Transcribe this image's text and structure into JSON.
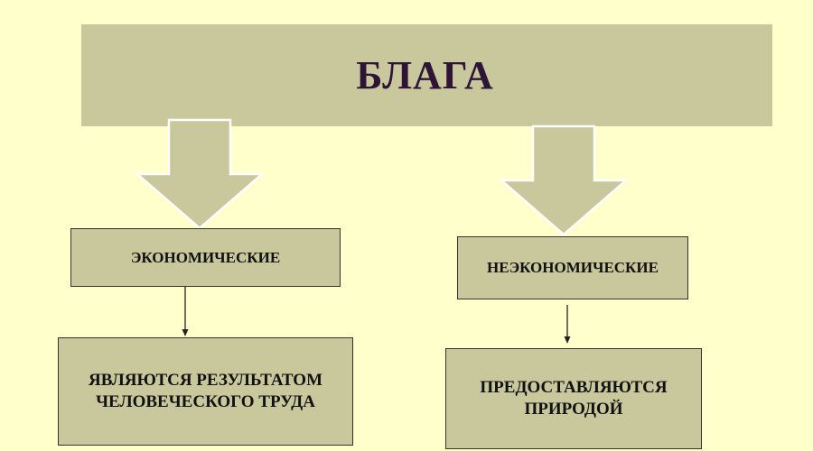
{
  "title": "БЛАГА",
  "branches": [
    {
      "category": "ЭКОНОМИЧЕСКИЕ",
      "description": "ЯВЛЯЮТСЯ РЕЗУЛЬТАТОМ ЧЕЛОВЕЧЕСКОГО ТРУДА"
    },
    {
      "category": "НЕЭКОНОМИЧЕСКИЕ",
      "description": "ПРЕДОСТАВЛЯЮТСЯ ПРИРОДОЙ"
    }
  ],
  "colors": {
    "background": "#ffffcc",
    "box_fill": "#c9c79c",
    "title_text": "#2e1538",
    "border": "#333333"
  }
}
